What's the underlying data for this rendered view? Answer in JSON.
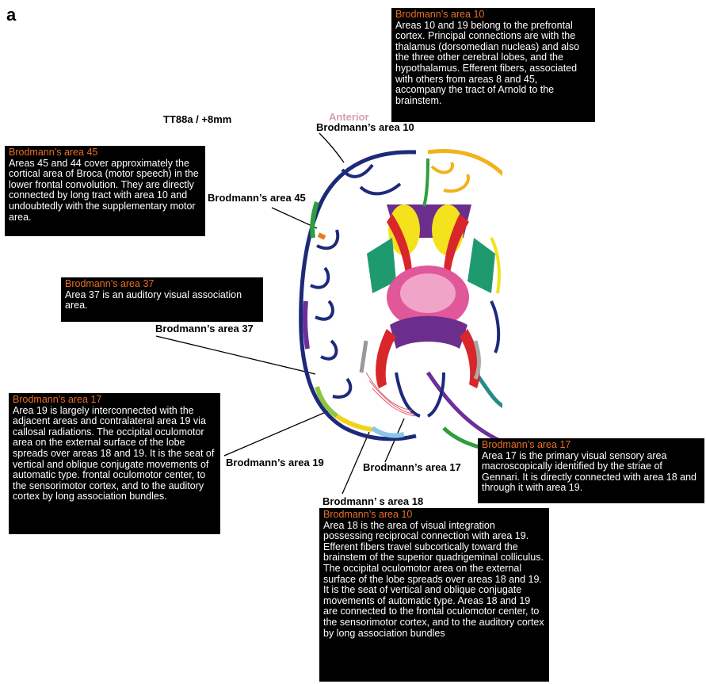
{
  "panel_letter": "a",
  "slice_label": "TT88a / +8mm",
  "orientation_label": "Anterior",
  "callouts": {
    "area10_top": {
      "title": "Brodmann’s area 10",
      "body": "Areas 10 and 19 belong to the prefrontal cortex. Principal  connections are with the thalamus (dorsomedian nucleas) and also the three other cerebral lobes, and the hypothalamus. Efferent fibers, associated with others from areas 8 and 45, accompany the tract of Arnold to the brainstem."
    },
    "area45": {
      "title": "Brodmann’s area 45",
      "body": "Areas 45 and 44 cover approximately the cortical area of Broca (motor speech) in the lower frontal convolution. They are directly connected by long tract with area 10 and undoubtedly with the supplementary motor area."
    },
    "area37": {
      "title": "Brodmann’s area 37",
      "body": "Area 37 is an auditory visual association area."
    },
    "area17_left": {
      "title": "Brodmann’s area 17",
      "body": "Area 19 is largely interconnected with the adjacent areas and contralateral area 19 via callosal radiations. The occipital oculomotor area on the external surface of the lobe spreads over areas 18 and 19. It is the seat of vertical and oblique conjugate movements of automatic type. frontal oculomotor center, to the sensorimotor cortex, and to the auditory cortex by long association bundles."
    },
    "area17_right": {
      "title": "Brodmann’s area 17",
      "body": "Area 17 is the primary visual sensory area macroscopically identified by the striae of Gennari. It is directly connected with area 18 and through it with area 19."
    },
    "area10_bottom": {
      "title": "Brodmann’s area 10",
      "body": "Area 18 is the area of visual integration possessing reciprocal connection with area 19. Efferent fibers travel subcortically toward the brainstem of the superior quadrigeminal colliculus. The occipital oculomotor area on the external surface of the lobe spreads over areas 18 and 19. It is the seat of vertical and oblique conjugate movements of automatic type. Areas 18 and 19 are connected to the frontal oculomotor center, to the sensorimotor cortex, and to the auditory cortex by long association bundles"
    }
  },
  "labels": {
    "area10": "Brodmann’s area 10",
    "area45": "Brodmann’s area 45",
    "area37": "Brodmann’s area 37",
    "area19": "Brodmann’s area 19",
    "area17": "Brodmann’s area 17",
    "area18": "Brodmann’ s area 18"
  },
  "colors": {
    "callout_bg": "#000000",
    "callout_title": "#ea6f27",
    "anterior": "#d4a0ac",
    "cortex_blue": "#1d2a7a",
    "putamen_green": "#1f9a6e",
    "thalamus_pink": "#e0579a",
    "caudate_yellow": "#f3e21c",
    "ventricle_red": "#d8262b",
    "fornix_purple": "#6b2e8c"
  }
}
